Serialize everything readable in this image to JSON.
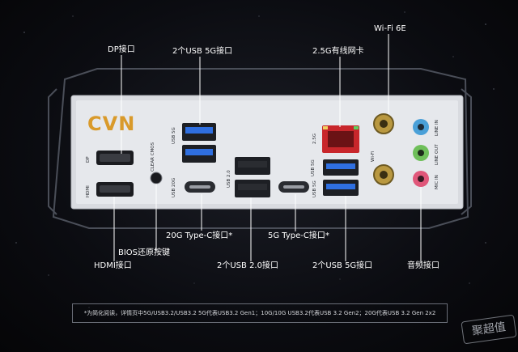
{
  "brand": {
    "logo_text": "CVN",
    "logo_color": "#d99a2b"
  },
  "callouts": {
    "dp": "DP接口",
    "usb5g_top": "2个USB 5G接口",
    "lan": "2.5G有线网卡",
    "wifi": "Wi-Fi 6E",
    "typec20": "20G Type-C接口*",
    "bios": "BIOS还原按键",
    "typec5": "5G Type-C接口*",
    "hdmi": "HDMI接口",
    "usb20": "2个USB 2.0接口",
    "usb5g_bottom": "2个USB 5G接口",
    "audio": "音频接口"
  },
  "panel_labels": {
    "dp": "DP",
    "hdmi": "HDMI",
    "usb5g": "USB 5G",
    "usb20g": "USB 20G",
    "clear_cmos": "CLEAR CMOS",
    "usb20": "USB 2.0",
    "usb5g_c": "USB 5G",
    "lan": "2.5G",
    "usb5g_right": "USB 5G",
    "wifi": "Wi-Fi",
    "line_in": "LINE IN",
    "line_out": "LINE OUT",
    "mic_in": "MIC IN"
  },
  "footnote": "*为简化阅读，详情页中5G/USB3.2/USB3.2 5G代表USB3.2 Gen1；10G/10G USB3.2代表USB 3.2 Gen2；20G代表USB 3.2 Gen 2x2",
  "watermark": "聚超值",
  "colors": {
    "usb3": "#2f6fe0",
    "lan": "#c8262b",
    "line_in": "#4aa0d8",
    "line_out": "#6fbf5a",
    "mic_in": "#e0577a",
    "panel": "#d9dbe0"
  }
}
